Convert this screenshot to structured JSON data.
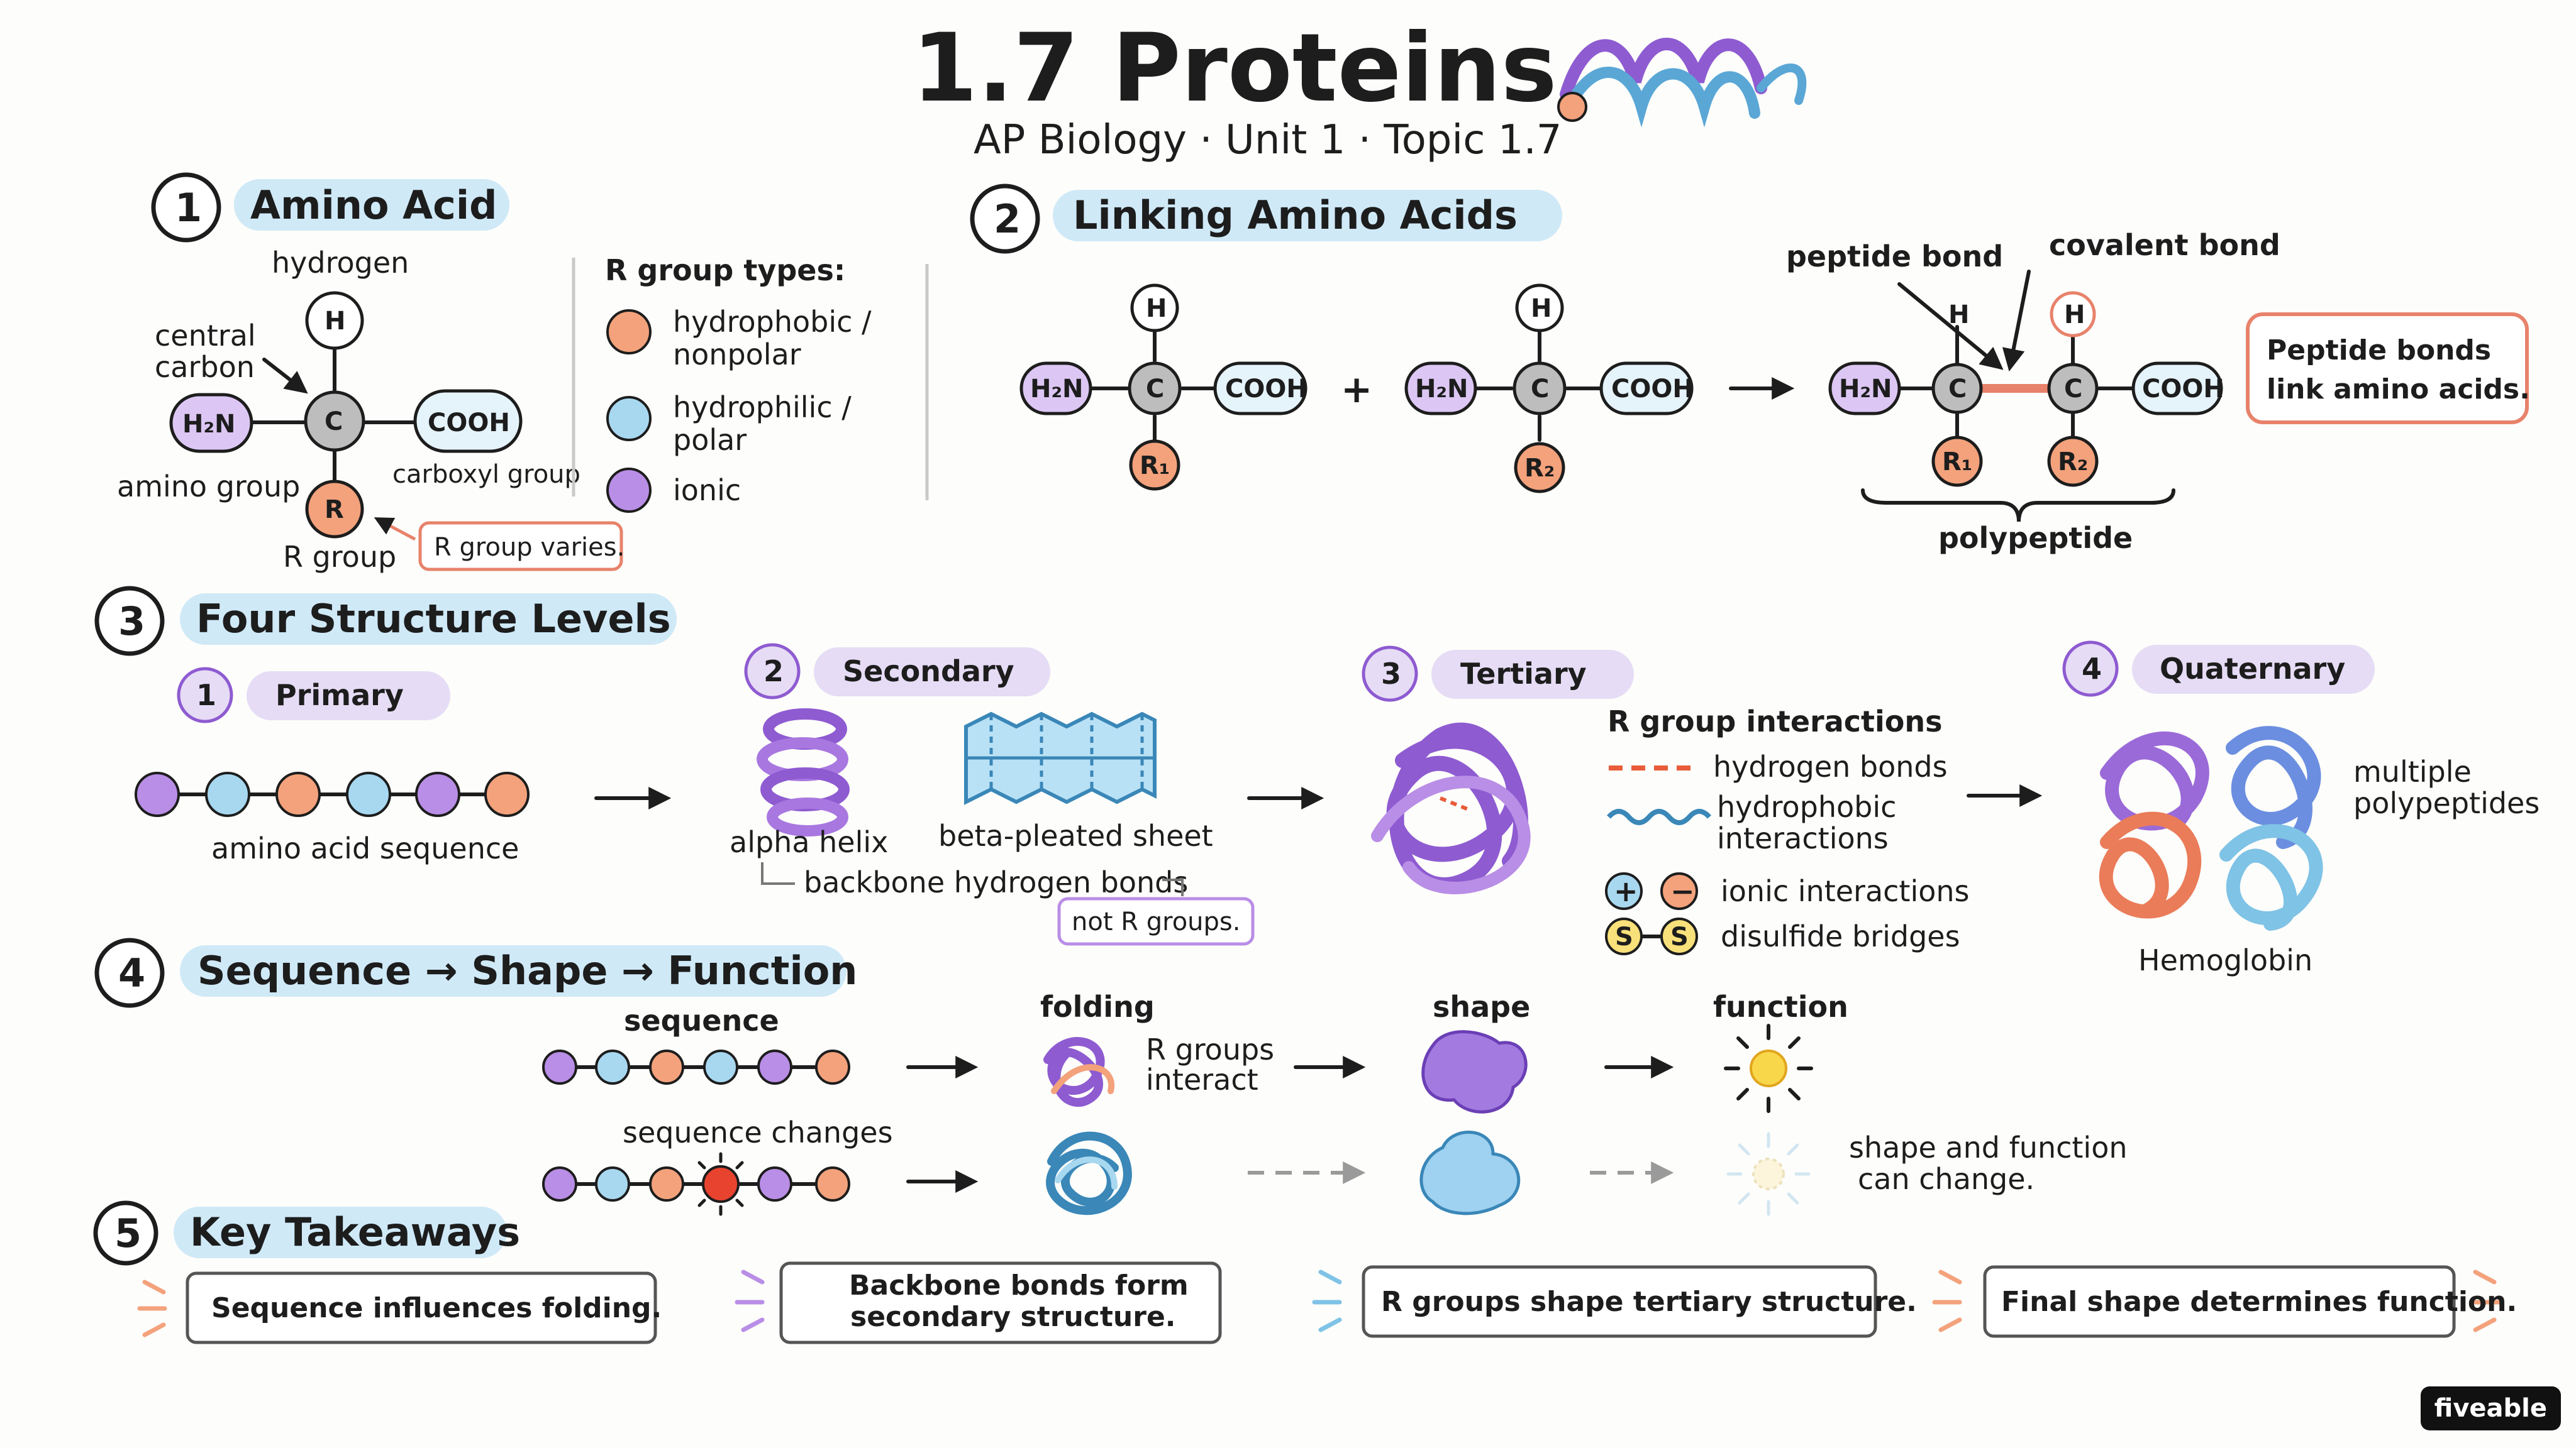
{
  "header": {
    "title": "1.7 Proteins",
    "subtitle": "AP Biology · Unit 1 · Topic 1.7"
  },
  "section1": {
    "num": "1",
    "title": "Amino Acid",
    "hydrogen_label": "hydrogen",
    "central_label_1": "central",
    "central_label_2": "carbon",
    "amino_group_label": "amino group",
    "carboxyl_label": "carboxyl group",
    "r_group_label": "R group",
    "r_varies": "R group varies.",
    "atoms": {
      "h": "H",
      "c": "C",
      "r": "R",
      "nh2": "H₂N",
      "cooh": "COOH"
    },
    "r_types_title": "R group types:",
    "r_types": [
      {
        "line1": "hydrophobic /",
        "line2": "nonpolar",
        "color": "#f3a27c"
      },
      {
        "line1": "hydrophilic /",
        "line2": "polar",
        "color": "#a8d8f0"
      },
      {
        "line1": "ionic",
        "line2": "",
        "color": "#b98ee6"
      }
    ]
  },
  "section2": {
    "num": "2",
    "title": "Linking Amino Acids",
    "atoms": {
      "h": "H",
      "c": "C",
      "nh2": "H₂N",
      "cooh": "COOH",
      "r1": "R₁",
      "r2": "R₂"
    },
    "plus": "+",
    "peptide_bond": "peptide bond",
    "covalent_bond": "covalent bond",
    "polypeptide": "polypeptide",
    "note_line1": "Peptide bonds",
    "note_line2": "link amino acids."
  },
  "section3": {
    "num": "3",
    "title": "Four Structure Levels",
    "levels": [
      {
        "num": "1",
        "name": "Primary"
      },
      {
        "num": "2",
        "name": "Secondary"
      },
      {
        "num": "3",
        "name": "Tertiary"
      },
      {
        "num": "4",
        "name": "Quaternary"
      }
    ],
    "aa_sequence": "amino acid sequence",
    "alpha_helix": "alpha helix",
    "beta_sheet": "beta-pleated sheet",
    "backbone_bonds": "backbone hydrogen bonds",
    "not_r_groups": "not R groups.",
    "interactions_title": "R group interactions",
    "interactions": {
      "hbond": "hydrogen bonds",
      "hydrophobic_1": "hydrophobic",
      "hydrophobic_2": "interactions",
      "ionic": "ionic interactions",
      "disulfide": "disulfide bridges"
    },
    "ion_plus": "+",
    "ion_minus": "−",
    "s_label": "S",
    "multiple_1": "multiple",
    "multiple_2": "polypeptides",
    "hemoglobin": "Hemoglobin"
  },
  "section4": {
    "num": "4",
    "title": "Sequence → Shape → Function",
    "sequence": "sequence",
    "sequence_changes": "sequence changes",
    "folding": "folding",
    "r_groups_1": "R groups",
    "r_groups_2": "interact",
    "shape": "shape",
    "function": "function",
    "change_1": "shape and function",
    "change_2": "can change."
  },
  "section5": {
    "num": "5",
    "title": "Key Takeaways",
    "takeaways": [
      {
        "line1": "Sequence influences folding.",
        "line2": ""
      },
      {
        "line1": "Backbone bonds form",
        "line2": "secondary structure."
      },
      {
        "line1": "R groups shape tertiary structure.",
        "line2": ""
      },
      {
        "line1": "Final shape determines function.",
        "line2": ""
      }
    ]
  },
  "brand": "fiveable",
  "colors": {
    "orange": "#f3a27c",
    "blue": "#a8d8f0",
    "purple": "#b98ee6",
    "header_pill": "#cfe9f7",
    "level_pill": "#e6dcf5",
    "accent_red": "#e85c3a"
  }
}
